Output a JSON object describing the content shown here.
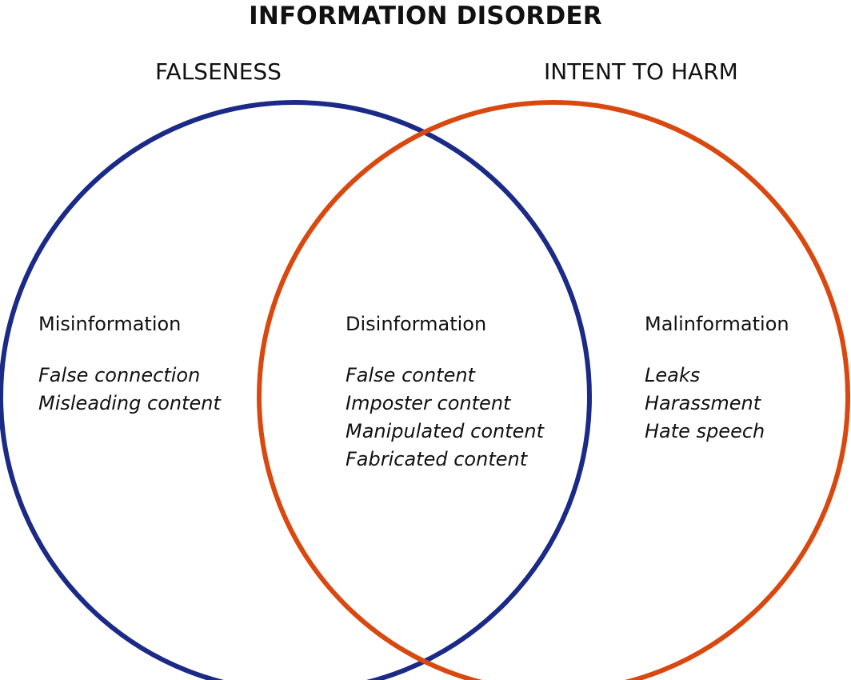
{
  "title": "INFORMATION DISORDER",
  "sets": [
    {
      "label": "FALSENESS",
      "color": "#1b2a87"
    },
    {
      "label": "INTENT TO HARM",
      "color": "#d9480f"
    }
  ],
  "regions": {
    "left": {
      "heading": "Misinformation",
      "items": [
        "False connection",
        "Misleading content"
      ]
    },
    "center": {
      "heading": "Disinformation",
      "items": [
        "False content",
        "Imposter content",
        "Manipulated content",
        "Fabricated content"
      ]
    },
    "right": {
      "heading": "Malinformation",
      "items": [
        "Leaks",
        "Harassment",
        "Hate speech"
      ]
    }
  }
}
